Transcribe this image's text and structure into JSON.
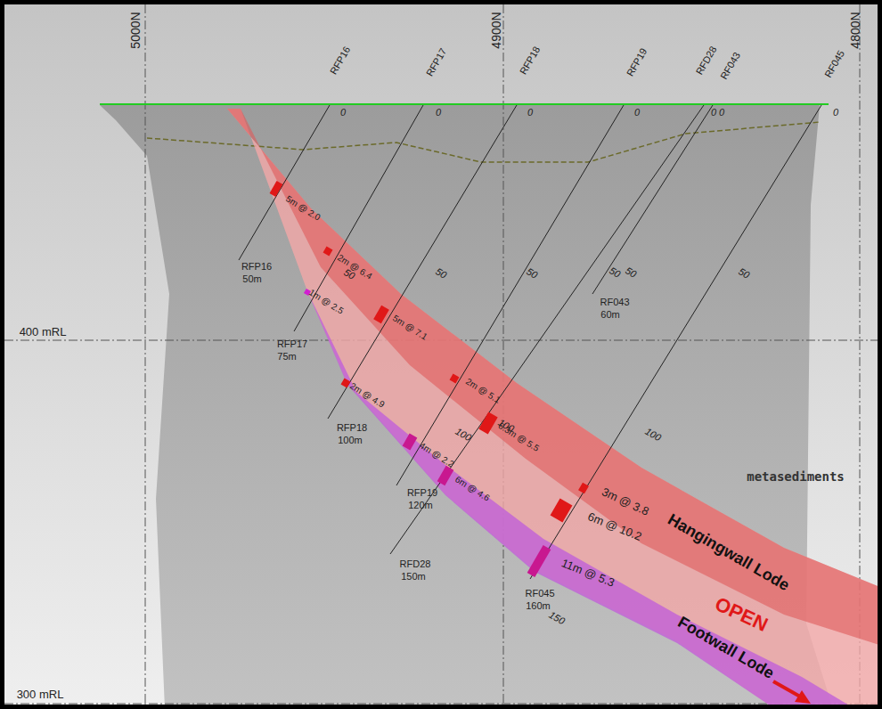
{
  "diagram": {
    "labels": [
      "5000N",
      "4900N",
      "4800N",
      "RFP16",
      "RFP17",
      "RFP18",
      "RFP19",
      "RFD28",
      "RF043",
      "RF045",
      "0",
      "0",
      "0",
      "0",
      "0",
      "0",
      "0",
      "50",
      "50",
      "50",
      "50",
      "50",
      "50",
      "100",
      "100",
      "100",
      "150",
      "RFP16",
      "50m",
      "RFP17",
      "75m",
      "RFP18",
      "100m",
      "RFP19",
      "120m",
      "RFD28",
      "150m",
      "RF043",
      "60m",
      "RF045",
      "160m",
      "5m @ 2.0",
      "2m @ 6.4",
      "1m @ 2.5",
      "5m @ 7.1",
      "2m @ 4.9",
      "2m @ 5.1",
      "6.3m @ 5.5",
      "4m @ 2.2",
      "6m @ 4.6",
      "3m @ 3.8",
      "6m @ 10.2",
      "11m @ 5.3",
      "400 mRL",
      "300 mRL",
      "metasediments",
      "Hangingwall Lode",
      "Footwall Lode",
      "OPEN"
    ]
  }
}
